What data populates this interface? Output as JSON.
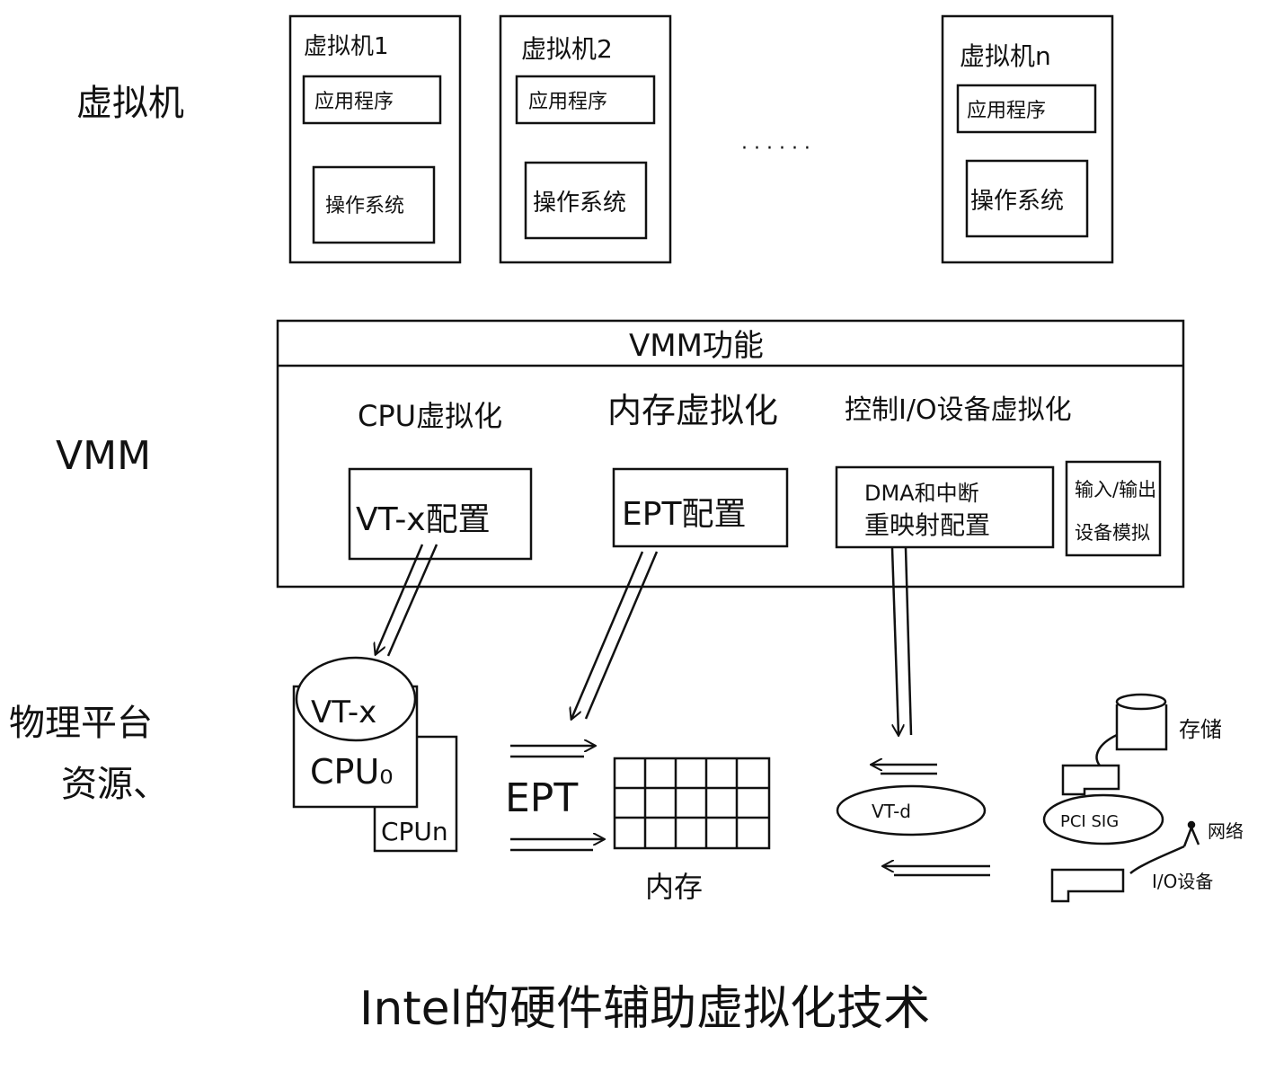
{
  "layers": {
    "vm": "虚拟机",
    "vmm": "VMM",
    "physical_line1": "物理平台",
    "physical_line2": "资源、"
  },
  "vms": [
    {
      "title": "虚拟机1",
      "app": "应用程序",
      "os": "操作系统"
    },
    {
      "title": "虚拟机2",
      "app": "应用程序",
      "os": "操作系统"
    },
    {
      "title": "虚拟机n",
      "app": "应用程序",
      "os": "操作系统"
    }
  ],
  "ellipsis": "· · · · · ·",
  "vmm_box": {
    "title": "VMM功能",
    "sections": {
      "cpu": "CPU虚拟化",
      "memory": "内存虚拟化",
      "io": "控制I/O设备虚拟化"
    },
    "configs": {
      "vtx": "VT-x配置",
      "ept": "EPT配置",
      "dma_line1": "DMA和中断",
      "dma_line2": "重映射配置",
      "io_line1": "输入/输出",
      "io_line2": "设备模拟"
    }
  },
  "physical": {
    "vtx": "VT-x",
    "cpu0": "CPU₀",
    "cpun": "CPUn",
    "ept": "EPT",
    "memory": "内存",
    "vtd": "VT-d",
    "pci": "PCI SIG",
    "storage": "存储",
    "network": "网络",
    "io_device": "I/O设备"
  },
  "caption": "Intel的硬件辅助虚拟化技术"
}
